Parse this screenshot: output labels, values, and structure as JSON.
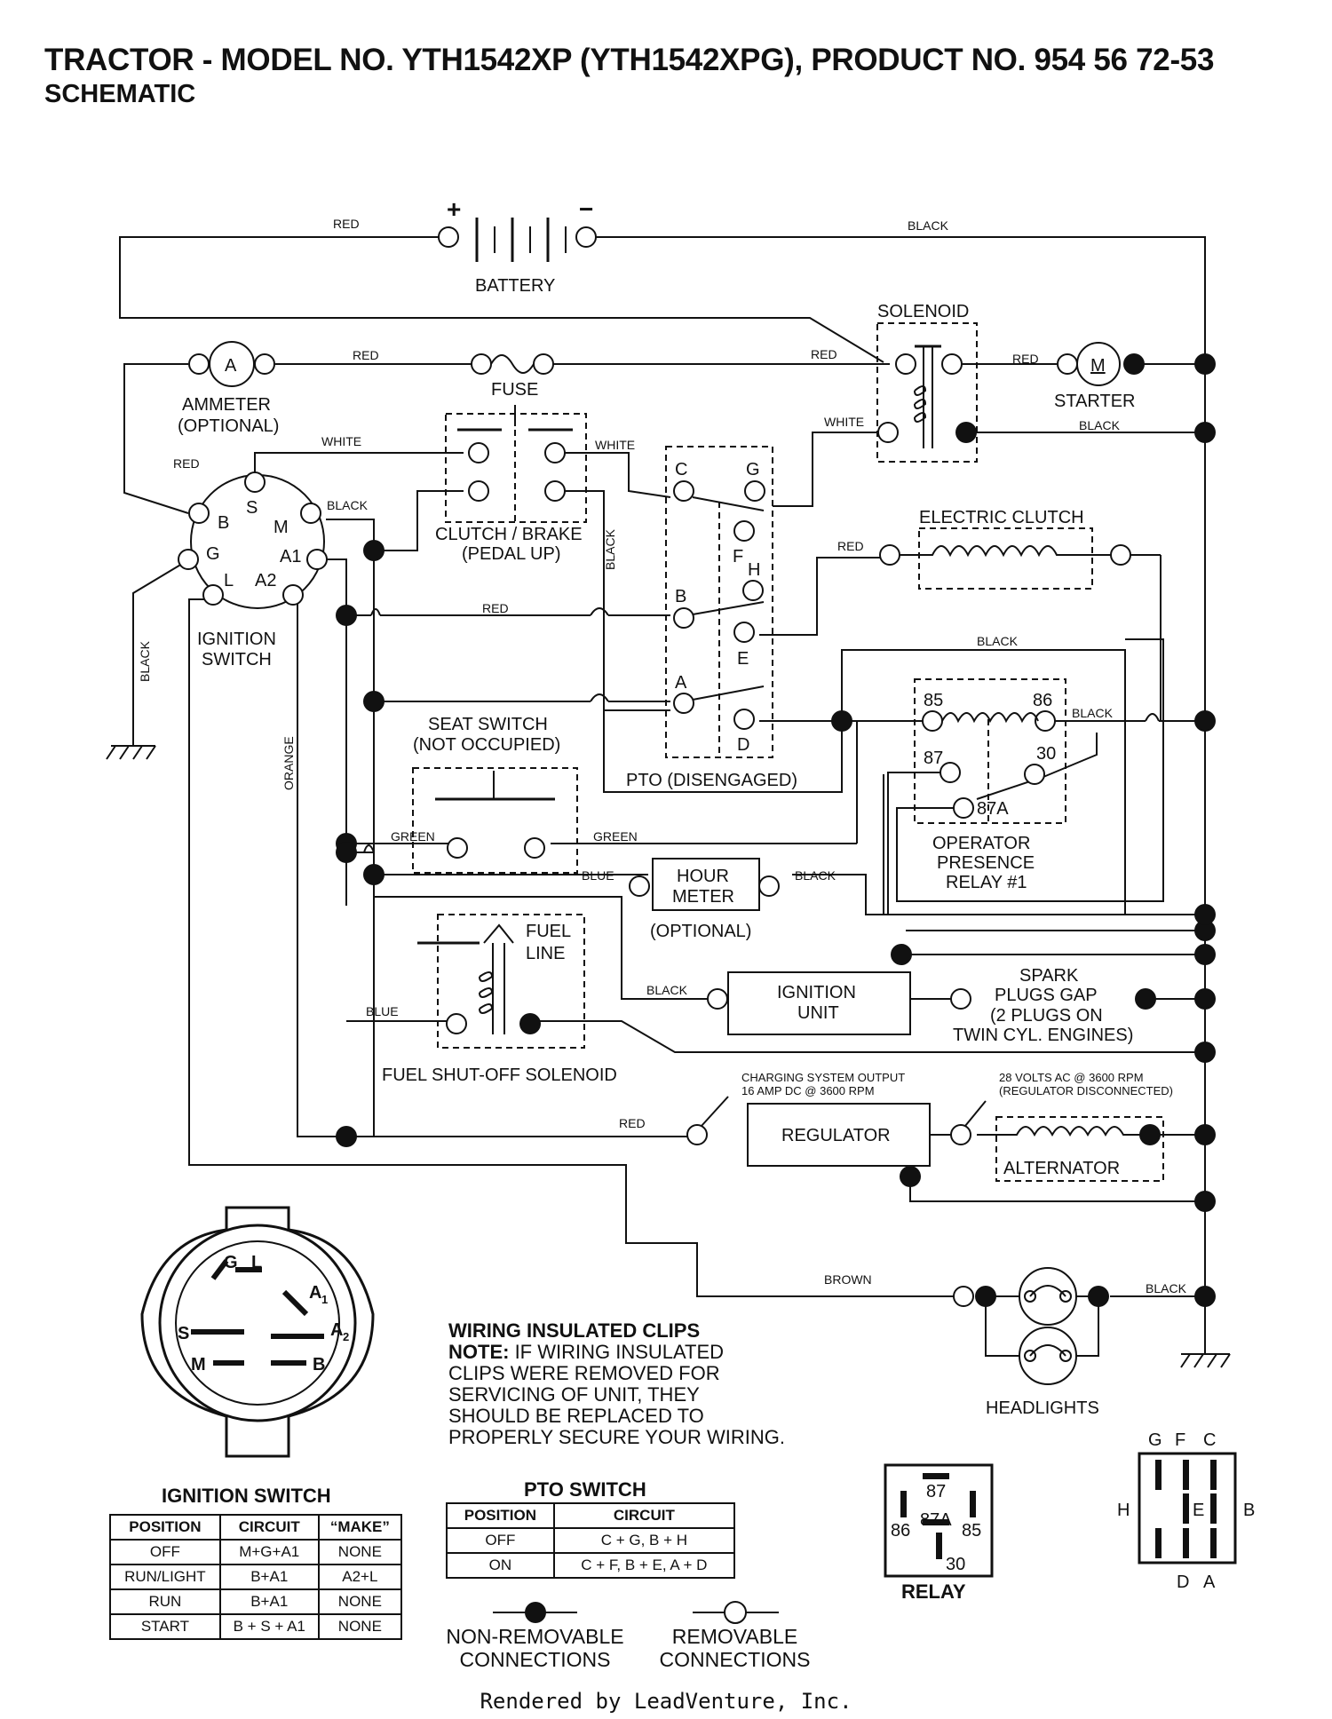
{
  "header": {
    "title": "TRACTOR - MODEL NO. YTH1542XP (YTH1542XPG), PRODUCT NO. 954 56 72-53",
    "subtitle": "SCHEMATIC"
  },
  "components": {
    "battery": "BATTERY",
    "battery_pos": "+",
    "battery_neg": "−",
    "solenoid": "SOLENOID",
    "ammeter": "AMMETER",
    "ammeter_opt": "(OPTIONAL)",
    "ammeter_symbol": "A",
    "fuse": "FUSE",
    "starter": "STARTER",
    "starter_symbol": "M",
    "clutch_brake": "CLUTCH / BRAKE",
    "clutch_brake_sub": "(PEDAL UP)",
    "electric_clutch": "ELECTRIC CLUTCH",
    "ignition_switch": "IGNITION",
    "ignition_switch_2": "SWITCH",
    "seat_switch": "SEAT SWITCH",
    "seat_switch_sub": "(NOT OCCUPIED)",
    "pto": "PTO (DISENGAGED)",
    "relay_name_1": "OPERATOR",
    "relay_name_2": "PRESENCE",
    "relay_name_3": "RELAY #1",
    "hour_meter_1": "HOUR",
    "hour_meter_2": "METER",
    "hour_meter_opt": "(OPTIONAL)",
    "fuel_line_1": "FUEL",
    "fuel_line_2": "LINE",
    "fuel_solenoid": "FUEL SHUT-OFF SOLENOID",
    "ignition_unit_1": "IGNITION",
    "ignition_unit_2": "UNIT",
    "spark_1": "SPARK",
    "spark_2": "PLUGS GAP",
    "spark_3": "(2 PLUGS ON",
    "spark_4": "TWIN CYL. ENGINES)",
    "regulator": "REGULATOR",
    "alternator": "ALTERNATOR",
    "charging_1": "CHARGING SYSTEM OUTPUT",
    "charging_2": "16 AMP DC @ 3600 RPM",
    "volts_1": "28 VOLTS AC @ 3600 RPM",
    "volts_2": "(REGULATOR DISCONNECTED)",
    "headlights": "HEADLIGHTS"
  },
  "ign_terminals": {
    "b": "B",
    "s": "S",
    "m": "M",
    "g": "G",
    "a1": "A1",
    "l": "L",
    "a2": "A2"
  },
  "pto_terminals": {
    "c": "C",
    "g": "G",
    "f": "F",
    "h": "H",
    "b": "B",
    "e": "E",
    "a": "A",
    "d": "D"
  },
  "relay_terminals": {
    "t85": "85",
    "t86": "86",
    "t87": "87",
    "t30": "30",
    "t87a": "87A"
  },
  "wires": {
    "red": "RED",
    "black": "BLACK",
    "white": "WHITE",
    "green": "GREEN",
    "blue": "BLUE",
    "orange": "ORANGE",
    "brown": "BROWN"
  },
  "ign_switch_diagram": {
    "g": "G",
    "l": "L",
    "a1": "A",
    "a1_sub": "1",
    "a2": "A",
    "a2_sub": "2",
    "s": "S",
    "m": "M",
    "b": "B"
  },
  "ignition_table": {
    "title": "IGNITION SWITCH",
    "headers": [
      "POSITION",
      "CIRCUIT",
      "“MAKE”"
    ],
    "rows": [
      [
        "OFF",
        "M+G+A1",
        "NONE"
      ],
      [
        "RUN/LIGHT",
        "B+A1",
        "A2+L"
      ],
      [
        "RUN",
        "B+A1",
        "NONE"
      ],
      [
        "START",
        "B + S + A1",
        "NONE"
      ]
    ]
  },
  "note": {
    "heading": "WIRING INSULATED CLIPS",
    "label": "NOTE:",
    "line1": " IF WIRING INSULATED",
    "line2": "CLIPS WERE REMOVED FOR",
    "line3": "SERVICING OF UNIT, THEY",
    "line4": "SHOULD BE REPLACED TO",
    "line5": "PROPERLY SECURE YOUR WIRING."
  },
  "pto_table": {
    "title": "PTO SWITCH",
    "headers": [
      "POSITION",
      "CIRCUIT"
    ],
    "rows": [
      [
        "OFF",
        "C + G, B + H"
      ],
      [
        "ON",
        "C + F, B + E, A + D"
      ]
    ]
  },
  "legend": {
    "non_removable_1": "NON-REMOVABLE",
    "non_removable_2": "CONNECTIONS",
    "removable_1": "REMOVABLE",
    "removable_2": "CONNECTIONS"
  },
  "relay_diagram": {
    "label": "RELAY",
    "t87": "87",
    "t87a": "87A",
    "t86": "86",
    "t85": "85",
    "t30": "30"
  },
  "pto_connector": {
    "g": "G",
    "f": "F",
    "c": "C",
    "h": "H",
    "e": "E",
    "b": "B",
    "d": "D",
    "a": "A"
  },
  "footer": "Rendered by LeadVenture, Inc."
}
